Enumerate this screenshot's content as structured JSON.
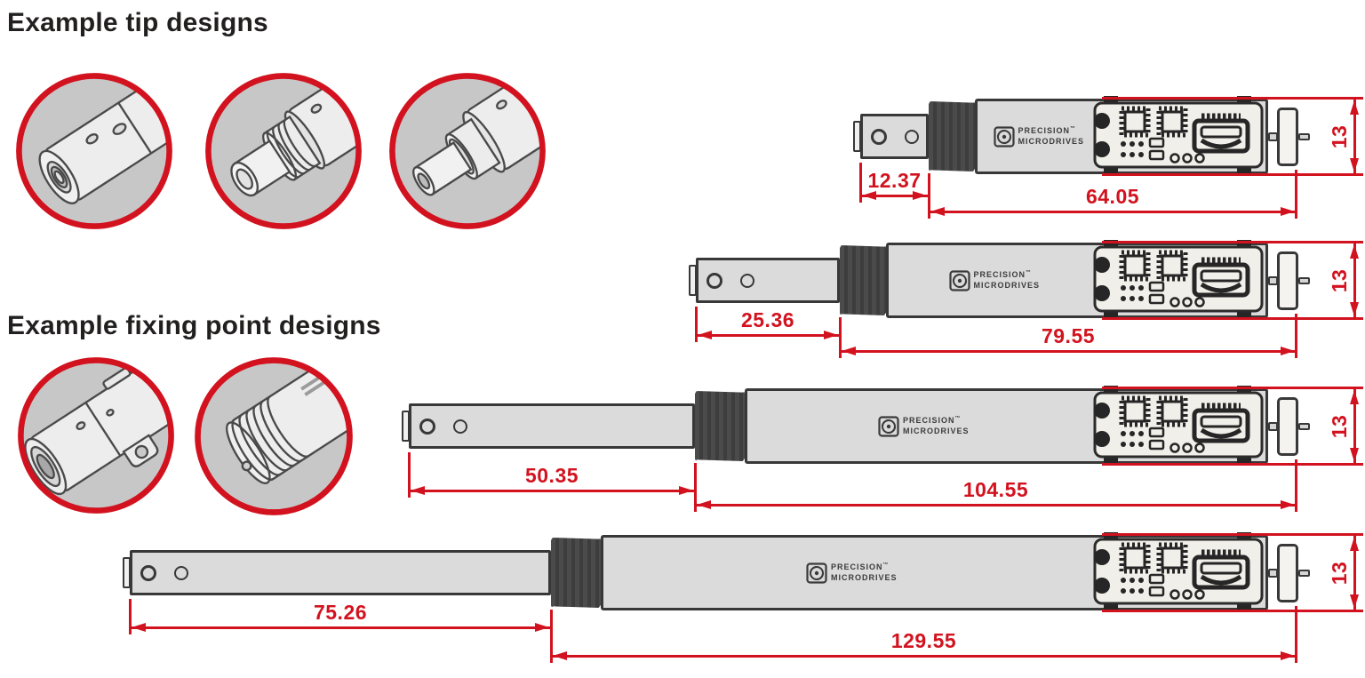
{
  "headings": {
    "tips": "Example tip designs",
    "fixing": "Example fixing point designs"
  },
  "brand": {
    "line1": "PRECISION",
    "tm": "™",
    "line2": "MICRODRIVES"
  },
  "actuators": [
    {
      "name": "actuator-size-1",
      "stroke_length": "12.37",
      "total_length": "64.05",
      "height": "13"
    },
    {
      "name": "actuator-size-2",
      "stroke_length": "25.36",
      "total_length": "79.55",
      "height": "13"
    },
    {
      "name": "actuator-size-3",
      "stroke_length": "50.35",
      "total_length": "104.55",
      "height": "13"
    },
    {
      "name": "actuator-size-4",
      "stroke_length": "75.26",
      "total_length": "129.55",
      "height": "13"
    }
  ],
  "tip_designs": [
    {
      "icon": "internal-thread-tip-icon"
    },
    {
      "icon": "external-thread-tip-icon"
    },
    {
      "icon": "plunger-tip-icon"
    }
  ],
  "fixing_designs": [
    {
      "icon": "mounting-lug-icon"
    },
    {
      "icon": "threaded-collar-icon"
    }
  ],
  "colors": {
    "dimension_red": "#d2131f",
    "outline": "#383838",
    "body_fill": "#dbdbdb",
    "pcb_fill": "#f1efe9",
    "detail_circle_fill": "#c7c7c7"
  }
}
